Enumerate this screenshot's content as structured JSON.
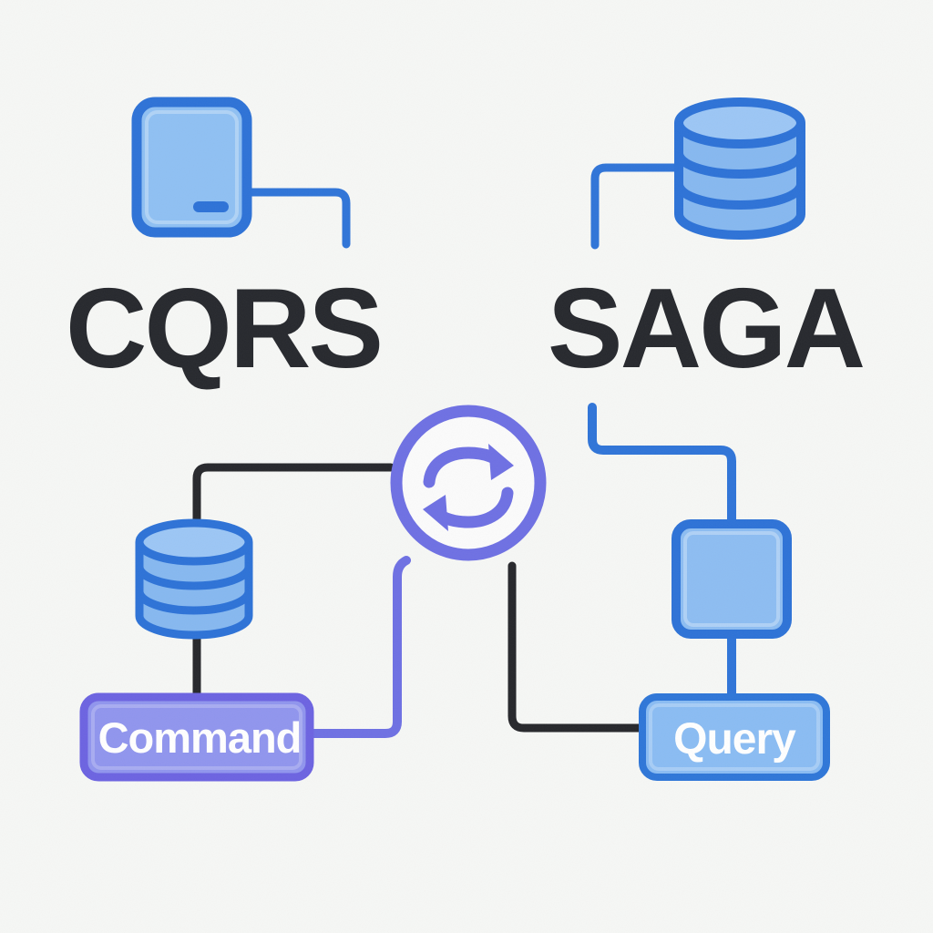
{
  "labels": {
    "cqrs": "CQRS",
    "saga": "SAGA",
    "command": "Command",
    "query": "Query"
  },
  "icons": [
    {
      "name": "app-icon",
      "meaning": "application / client window"
    },
    {
      "name": "database-icon-top-right",
      "meaning": "database cylinder"
    },
    {
      "name": "sync-icon",
      "meaning": "circular sync arrows"
    },
    {
      "name": "database-icon-bottom-left",
      "meaning": "database cylinder"
    },
    {
      "name": "service-node-icon",
      "meaning": "square service node"
    }
  ],
  "colors": {
    "background": "#f6f7f5",
    "blue_border": "#2d72d7",
    "blue_fill": "#8abbf1",
    "blue_fill_light": "#9cc6f5",
    "blue_connector": "#2f74d8",
    "purple": "#6e70e3",
    "purple_box_fill": "#9095ee",
    "purple_box_border": "#6c63e1",
    "dark_line": "#26272b",
    "heading_text": "#26282d",
    "box_text": "#ffffff"
  }
}
